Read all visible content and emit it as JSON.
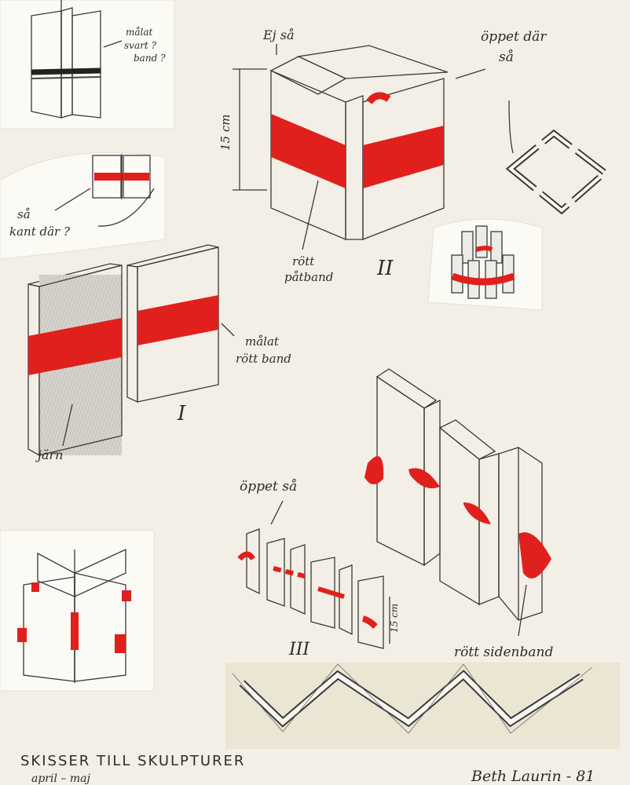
{
  "annotations": {
    "top_left_note_1": "målat",
    "top_left_note_2": "svart ?",
    "top_left_note_3": "band ?",
    "ej_sa": "Ej så",
    "oppet_dar_1": "öppet där",
    "oppet_dar_2": "så",
    "height_15cm": "15 cm",
    "sa_kant_dar_1": "så",
    "sa_kant_dar_2": "kant där ?",
    "rott_patband_1": "rött",
    "rott_patband_2": "påtband",
    "roman_two": "II",
    "malat_rott_band_1": "målat",
    "malat_rott_band_2": "rött band",
    "jarn": "järn",
    "roman_one": "I",
    "oppet_sa": "öppet så",
    "height_15cm_small": "15 cm",
    "roman_three": "III",
    "rott_sidenband": "rött sidenband"
  },
  "footer": {
    "title": "SKISSER TILL SKULPTURER",
    "dates": "april – maj",
    "signature": "Beth Laurin - 81"
  },
  "colors": {
    "paper": "#f3efe6",
    "card": "#fbfaf5",
    "pencil": "#3a3a3a",
    "red": "#e0201c",
    "gray_fill": "#cfccc6"
  }
}
